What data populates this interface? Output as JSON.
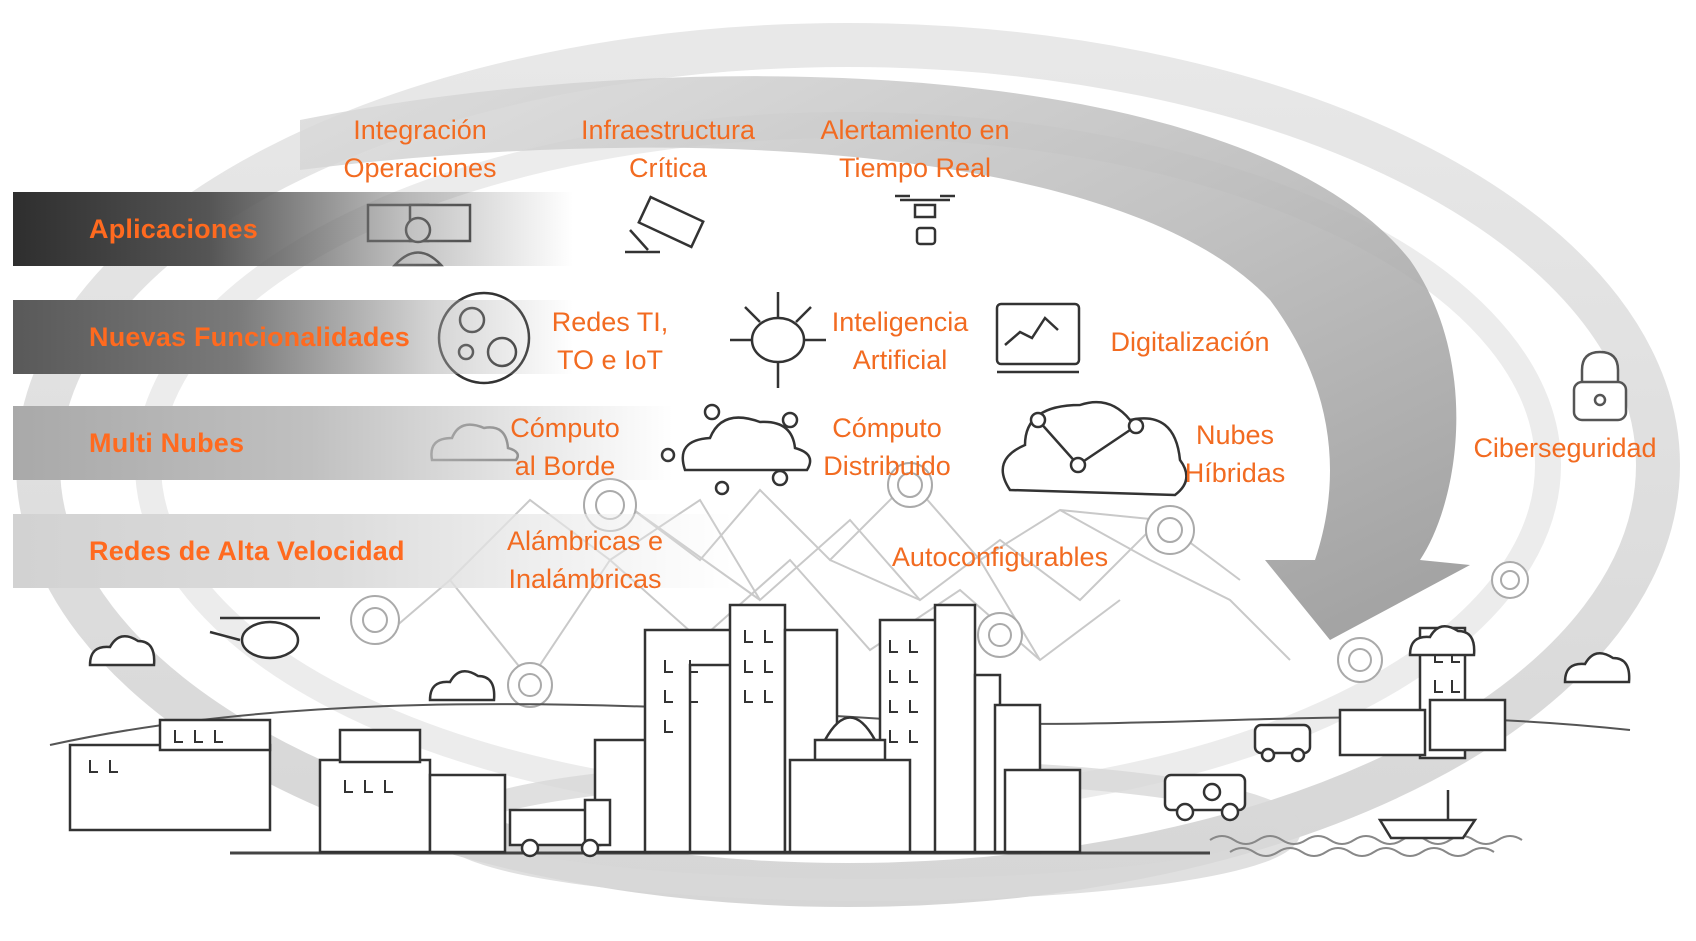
{
  "colors": {
    "accent": "#f26b21",
    "icon_stroke": "#333333"
  },
  "layers": [
    {
      "id": "apps",
      "label": "Aplicaciones"
    },
    {
      "id": "func",
      "label": "Nuevas Funcionalidades"
    },
    {
      "id": "cloud",
      "label": "Multi Nubes"
    },
    {
      "id": "net",
      "label": "Redes de Alta Velocidad"
    }
  ],
  "applications": [
    {
      "line1": "Integración",
      "line2": "Operaciones",
      "icon": "operator-monitor-icon"
    },
    {
      "line1": "Infraestructura",
      "line2": "Crítica",
      "icon": "security-camera-icon"
    },
    {
      "line1": "Alertamiento en",
      "line2": "Tiempo Real",
      "icon": "drone-camera-icon"
    }
  ],
  "functionalities": [
    {
      "line1": "Redes TI,",
      "line2": "TO e IoT",
      "icon": "gears-icon"
    },
    {
      "line1": "Inteligencia",
      "line2": "Artificial",
      "icon": "ai-brain-icon"
    },
    {
      "line1": "Digitalización",
      "line2": "",
      "icon": "digital-screen-icon"
    }
  ],
  "clouds": [
    {
      "line1": "Cómputo",
      "line2": "al Borde",
      "icon": "cloud-icon"
    },
    {
      "line1": "Cómputo",
      "line2": "Distribuido",
      "icon": "network-cloud-icon"
    },
    {
      "line1": "Nubes",
      "line2": "Híbridas",
      "icon": "hybrid-cloud-icon"
    }
  ],
  "networks": [
    {
      "line1": "Alámbricas e",
      "line2": "Inalámbricas"
    },
    {
      "line1": "Autoconfigurables",
      "line2": ""
    }
  ],
  "security": {
    "label": "Ciberseguridad",
    "icon": "padlock-icon"
  }
}
